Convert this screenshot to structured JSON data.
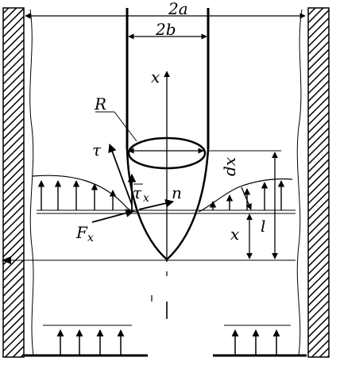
{
  "labels": {
    "outer_width": "2a",
    "inner_width": "2b",
    "axis_x": "x",
    "radius": "R",
    "tau": "τ",
    "tau_x": "τ",
    "tau_x_sub": "x",
    "normal": "n",
    "force": "F",
    "force_sub": "x",
    "dx": "dx",
    "x_dim": "x",
    "l_dim": "l"
  },
  "colors": {
    "ink": "#000000",
    "background": "#ffffff"
  }
}
